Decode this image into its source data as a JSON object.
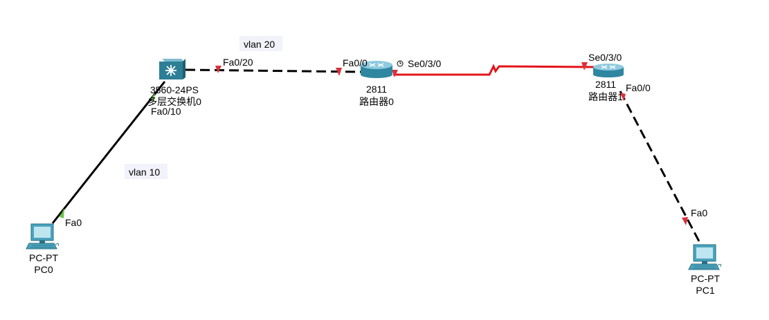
{
  "colors": {
    "link_black": "#000000",
    "link_serial": "#e3141b",
    "port_down": "#d9323a",
    "port_up": "#6ac54a",
    "switch_teal": "#2d7f95",
    "router_teal": "#3f95ad",
    "pc_teal": "#4aa3bd"
  },
  "devices": {
    "switch0": {
      "model": "3560-24PS",
      "name": "多层交换机0",
      "icon": "multilayer-switch-icon"
    },
    "router0": {
      "model": "2811",
      "name": "路由器0",
      "icon": "router-icon"
    },
    "router1": {
      "model": "2811",
      "name": "路由器1",
      "icon": "router-icon"
    },
    "pc0": {
      "model": "PC-PT",
      "name": "PC0",
      "icon": "pc-icon"
    },
    "pc1": {
      "model": "PC-PT",
      "name": "PC1",
      "icon": "pc-icon"
    }
  },
  "ports": {
    "sw_fa020": "Fa0/20",
    "sw_fa010": "Fa0/10",
    "r0_fa00": "Fa0/0",
    "r0_se030": "Se0/3/0",
    "r1_se030": "Se0/3/0",
    "r1_fa00": "Fa0/0",
    "pc0_fa0": "Fa0",
    "pc1_fa0": "Fa0"
  },
  "vlans": {
    "vlan20": "vlan 20",
    "vlan10": "vlan 10"
  }
}
